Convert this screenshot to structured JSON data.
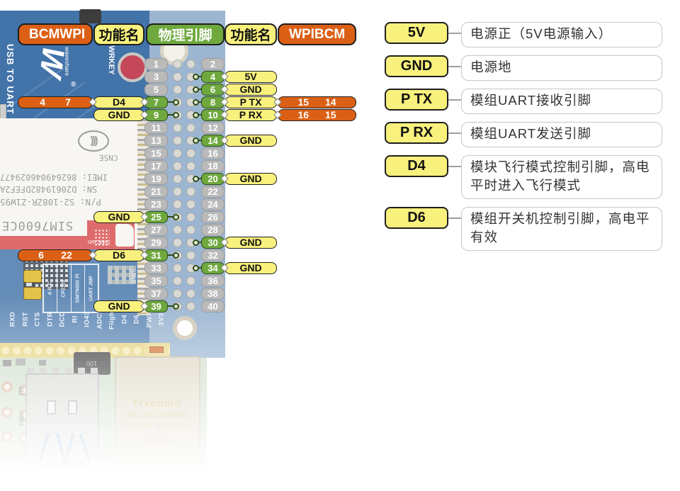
{
  "header_columns": [
    {
      "type": "orange",
      "left": "BCM",
      "right": "WPI"
    },
    {
      "type": "yellow",
      "label": "功能名"
    },
    {
      "type": "green",
      "label": "物理引脚"
    },
    {
      "type": "yellow",
      "label": "功能名"
    },
    {
      "type": "orange",
      "left": "WPI",
      "right": "BCM"
    }
  ],
  "pin_rows": [
    {
      "left": {
        "pin": "1",
        "highlight": false
      },
      "right": {
        "pin": "2",
        "highlight": false
      }
    },
    {
      "left": {
        "pin": "3",
        "highlight": false
      },
      "right": {
        "pin": "4",
        "highlight": true,
        "func": "5V"
      }
    },
    {
      "left": {
        "pin": "5",
        "highlight": false
      },
      "right": {
        "pin": "6",
        "highlight": true,
        "func": "GND"
      }
    },
    {
      "left": {
        "pin": "7",
        "highlight": true,
        "func": "D4",
        "nums": [
          "4",
          "7"
        ]
      },
      "right": {
        "pin": "8",
        "highlight": true,
        "func": "P TX",
        "nums": [
          "15",
          "14"
        ]
      }
    },
    {
      "left": {
        "pin": "9",
        "highlight": true,
        "func": "GND"
      },
      "right": {
        "pin": "10",
        "highlight": true,
        "func": "P RX",
        "nums": [
          "16",
          "15"
        ]
      }
    },
    {
      "left": {
        "pin": "11",
        "highlight": false
      },
      "right": {
        "pin": "12",
        "highlight": false
      }
    },
    {
      "left": {
        "pin": "13",
        "highlight": false
      },
      "right": {
        "pin": "14",
        "highlight": true,
        "func": "GND"
      }
    },
    {
      "left": {
        "pin": "15",
        "highlight": false
      },
      "right": {
        "pin": "16",
        "highlight": false
      }
    },
    {
      "left": {
        "pin": "17",
        "highlight": false
      },
      "right": {
        "pin": "18",
        "highlight": false
      }
    },
    {
      "left": {
        "pin": "19",
        "highlight": false
      },
      "right": {
        "pin": "20",
        "highlight": true,
        "func": "GND"
      }
    },
    {
      "left": {
        "pin": "21",
        "highlight": false
      },
      "right": {
        "pin": "22",
        "highlight": false
      }
    },
    {
      "left": {
        "pin": "23",
        "highlight": false
      },
      "right": {
        "pin": "24",
        "highlight": false
      }
    },
    {
      "left": {
        "pin": "25",
        "highlight": true,
        "func": "GND"
      },
      "right": {
        "pin": "26",
        "highlight": false
      }
    },
    {
      "left": {
        "pin": "27",
        "highlight": false
      },
      "right": {
        "pin": "28",
        "highlight": false
      }
    },
    {
      "left": {
        "pin": "29",
        "highlight": false
      },
      "right": {
        "pin": "30",
        "highlight": true,
        "func": "GND"
      }
    },
    {
      "left": {
        "pin": "31",
        "highlight": true,
        "func": "D6",
        "nums": [
          "6",
          "22"
        ]
      },
      "right": {
        "pin": "32",
        "highlight": false
      }
    },
    {
      "left": {
        "pin": "33",
        "highlight": false
      },
      "right": {
        "pin": "34",
        "highlight": true,
        "func": "GND"
      }
    },
    {
      "left": {
        "pin": "35",
        "highlight": false
      },
      "right": {
        "pin": "36",
        "highlight": false
      }
    },
    {
      "left": {
        "pin": "37",
        "highlight": false
      },
      "right": {
        "pin": "38",
        "highlight": false
      }
    },
    {
      "left": {
        "pin": "39",
        "highlight": true,
        "func": "GND"
      },
      "right": {
        "pin": "40",
        "highlight": false
      }
    }
  ],
  "legend": [
    {
      "pin": "5V",
      "desc": "电源正（5V电源输入）"
    },
    {
      "pin": "GND",
      "desc": "电源地"
    },
    {
      "pin": "P TX",
      "desc": "模组UART接收引脚"
    },
    {
      "pin": "P RX",
      "desc": "模组UART发送引脚"
    },
    {
      "pin": "D4",
      "desc": "模块飞行模式控制引脚，高电平时进入飞行模式"
    },
    {
      "pin": "D6",
      "desc": "模组开关机控制引脚，高电平有效"
    }
  ],
  "board": {
    "usb_to_uart": "USB TO UART",
    "waveshare_logo": "W",
    "waveshare_text": "waveshare",
    "registered": "®",
    "pwrkey": "PWRKEY",
    "module_label": {
      "cnse": "CNSE",
      "imei": "IMEI: 862649046029477",
      "sn": "SN: D20619482DFEF2A",
      "pn": "P/N: S2-108ZR-Z1W95",
      "model": "SIM7600CE",
      "brand": "SIMCom"
    },
    "jumper_box": {
      "title": "UART JMP",
      "rows": "A B C",
      "col1": "CP2102",
      "col2": "SIM7600X PI",
      "col3": "CP2102"
    },
    "gnss": "GNSS",
    "edge_labels": [
      "RXD",
      "RST",
      "CTS",
      "DTR",
      "DCD",
      "RI",
      "IO43",
      "ADC1",
      "Flight",
      "D4",
      "D6",
      "PWR",
      "3V3"
    ],
    "chip_label": "100",
    "silk_j12": "J12",
    "silk_usb3": "USB3",
    "nfc_glyph": ")))",
    "ethernet": {
      "brand": "Trxcom®",
      "model": "TRJG0926HENL",
      "origin": "China M 1912",
      "cert": "cRUus"
    }
  },
  "colors": {
    "orange": "#db6015",
    "yellow": "#f8f17d",
    "green": "#6fa93e",
    "gray_pin": "#bababa",
    "board_blue": "#4273a9",
    "module_red": "#de6c6c",
    "pi_green": "#cfdeca"
  }
}
